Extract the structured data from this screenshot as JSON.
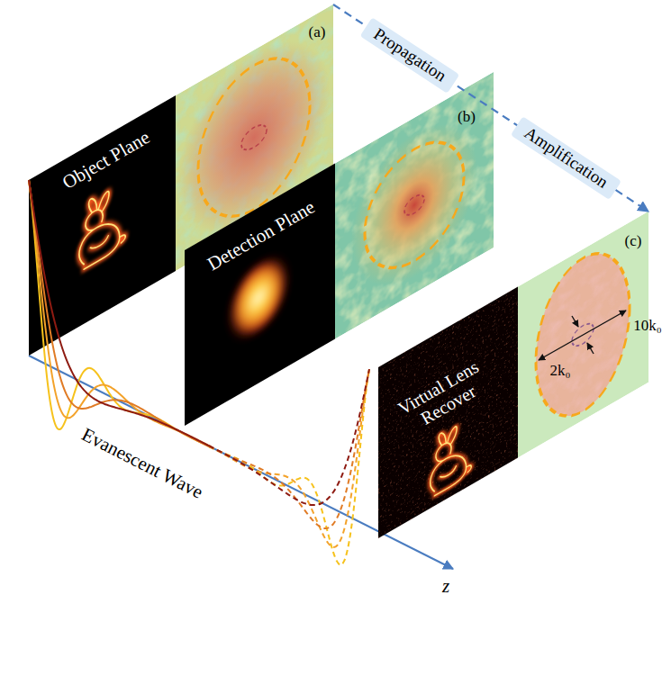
{
  "diagram": {
    "nodes": [
      {
        "text": [
          "Object Plane",
          "(a)"
        ]
      },
      {
        "text": [
          "Propagation"
        ]
      },
      {
        "text": [
          "Detection Plane",
          "(b)"
        ]
      },
      {
        "text": [
          "Amplification"
        ]
      },
      {
        "text": [
          "Virtual Lens Recover",
          "(c)"
        ]
      }
    ],
    "edges": [
      {
        "from": 0,
        "to": 4,
        "arrow": "to"
      }
    ],
    "labels": [
      "Evanescent Wave",
      "z",
      "2k₀",
      "10k₀"
    ]
  }
}
